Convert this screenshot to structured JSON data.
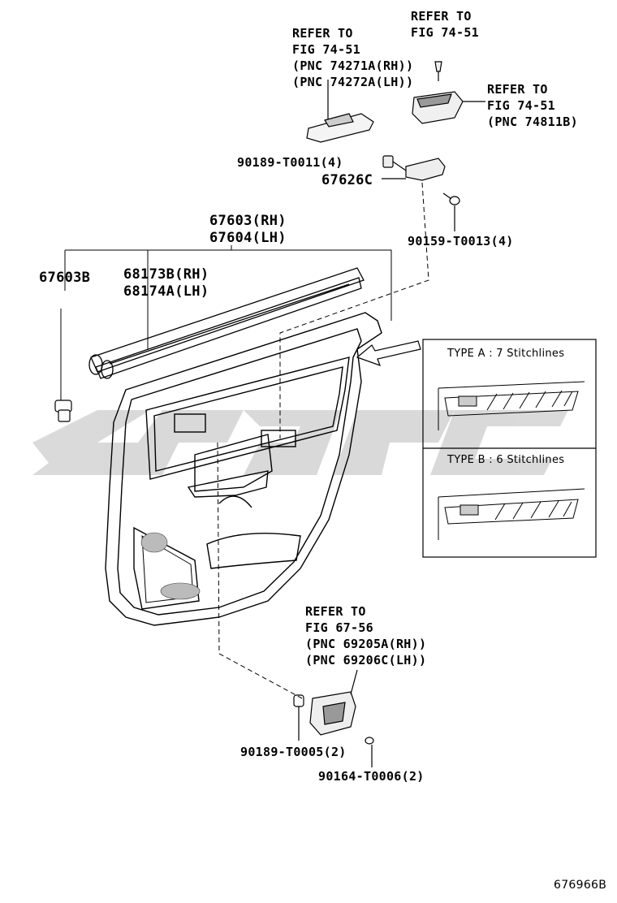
{
  "refs": {
    "top_right": {
      "line1": "REFER TO",
      "line2": "FIG 74-51"
    },
    "switch": {
      "line1": "REFER TO",
      "line2": "FIG 74-51",
      "line3": "(PNC 74271A(RH))",
      "line4": "(PNC 74272A(LH))"
    },
    "cup": {
      "line1": "REFER TO",
      "line2": "FIG 74-51",
      "line3": "(PNC 74811B)"
    },
    "handle": {
      "line1": "REFER TO",
      "line2": "FIG 67-56",
      "line3": "(PNC 69205A(RH))",
      "line4": "(PNC 69206C(LH))"
    }
  },
  "parts": {
    "p90189_t0011": "90189-T0011(4)",
    "p67626c": "67626C",
    "p90159_t0013": "90159-T0013(4)",
    "p67603_rh": "67603(RH)",
    "p67604_lh": "67604(LH)",
    "p67603b": "67603B",
    "p68173b_rh": "68173B(RH)",
    "p68174a_lh": "68174A(LH)",
    "p90189_t0005": "90189-T0005(2)",
    "p90164_t0006": "90164-T0006(2)"
  },
  "inset": {
    "type_a": "TYPE A : 7 Stitchlines",
    "type_b": "TYPE B : 6 Stitchlines"
  },
  "figure_code": "676966B"
}
